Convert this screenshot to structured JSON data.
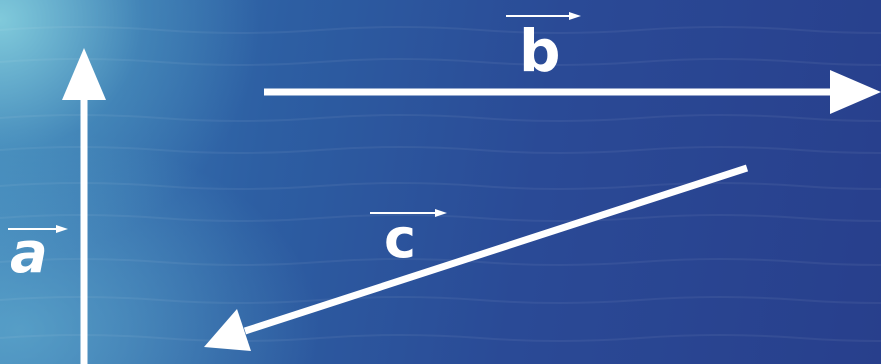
{
  "vectors": {
    "a": {
      "label": "a"
    },
    "b": {
      "label": "b"
    },
    "c": {
      "label": "c"
    }
  },
  "colors": {
    "arrow": "#ffffff",
    "water_dark": "#283f8c",
    "water_light": "#8cd7e1"
  }
}
